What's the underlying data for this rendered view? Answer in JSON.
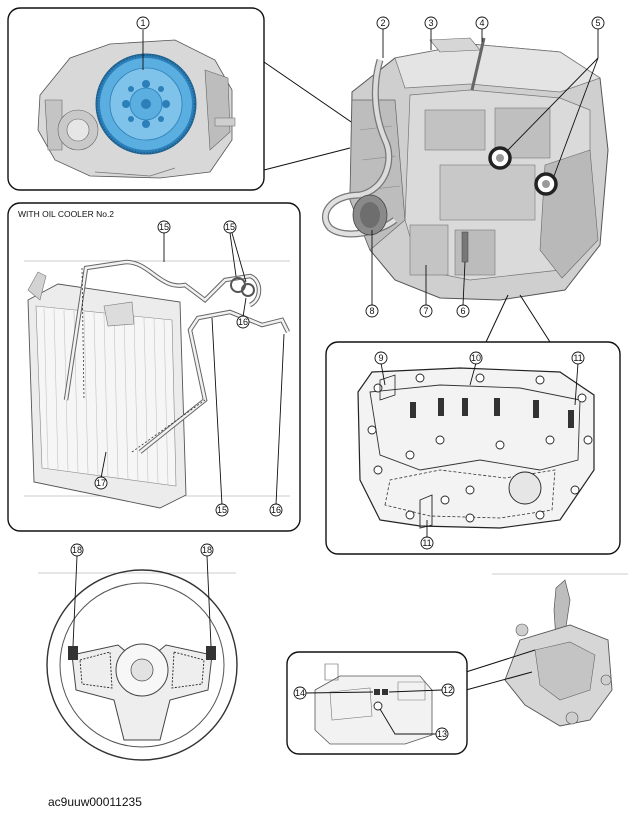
{
  "figure_id": "ac9uuw00011235",
  "oil_cooler_caption": "WITH OIL COOLER No.2",
  "callouts": {
    "c1": "1",
    "c2": "2",
    "c3": "3",
    "c4": "4",
    "c5": "5",
    "c6": "6",
    "c7": "7",
    "c8": "8",
    "c9": "9",
    "c10": "10",
    "c11a": "11",
    "c11b": "11",
    "c12": "12",
    "c13": "13",
    "c14": "14",
    "c15a": "15",
    "c15b": "15",
    "c15c": "15",
    "c16a": "16",
    "c16b": "16",
    "c17": "17",
    "c18a": "18",
    "c18b": "18"
  },
  "colors": {
    "flywheel": "#5aaee0",
    "flywheel_dark": "#2c7fb8",
    "metal_light": "#e6e6e6",
    "metal_mid": "#b4b4b4",
    "metal_dark": "#6e6e6e",
    "seal": "#222222"
  }
}
